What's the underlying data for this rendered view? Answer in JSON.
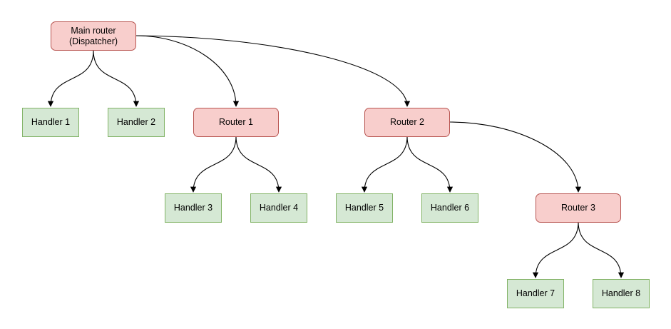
{
  "diagram": {
    "colors": {
      "router_fill": "#f8cecc",
      "router_border": "#b85450",
      "handler_fill": "#d5e8d4",
      "handler_border": "#82b366",
      "edge_stroke": "#000000"
    },
    "nodes": [
      {
        "id": "main-router",
        "kind": "router",
        "label": "Main router\n(Dispatcher)"
      },
      {
        "id": "handler-1",
        "kind": "handler",
        "label": "Handler 1"
      },
      {
        "id": "handler-2",
        "kind": "handler",
        "label": "Handler 2"
      },
      {
        "id": "router-1",
        "kind": "router",
        "label": "Router 1"
      },
      {
        "id": "router-2",
        "kind": "router",
        "label": "Router 2"
      },
      {
        "id": "handler-3",
        "kind": "handler",
        "label": "Handler 3"
      },
      {
        "id": "handler-4",
        "kind": "handler",
        "label": "Handler 4"
      },
      {
        "id": "handler-5",
        "kind": "handler",
        "label": "Handler 5"
      },
      {
        "id": "handler-6",
        "kind": "handler",
        "label": "Handler 6"
      },
      {
        "id": "router-3",
        "kind": "router",
        "label": "Router 3"
      },
      {
        "id": "handler-7",
        "kind": "handler",
        "label": "Handler 7"
      },
      {
        "id": "handler-8",
        "kind": "handler",
        "label": "Handler 8"
      }
    ],
    "edges": [
      {
        "from": "main-router",
        "to": "handler-1"
      },
      {
        "from": "main-router",
        "to": "handler-2"
      },
      {
        "from": "main-router",
        "to": "router-1"
      },
      {
        "from": "main-router",
        "to": "router-2"
      },
      {
        "from": "router-1",
        "to": "handler-3"
      },
      {
        "from": "router-1",
        "to": "handler-4"
      },
      {
        "from": "router-2",
        "to": "handler-5"
      },
      {
        "from": "router-2",
        "to": "handler-6"
      },
      {
        "from": "router-2",
        "to": "router-3"
      },
      {
        "from": "router-3",
        "to": "handler-7"
      },
      {
        "from": "router-3",
        "to": "handler-8"
      }
    ]
  }
}
